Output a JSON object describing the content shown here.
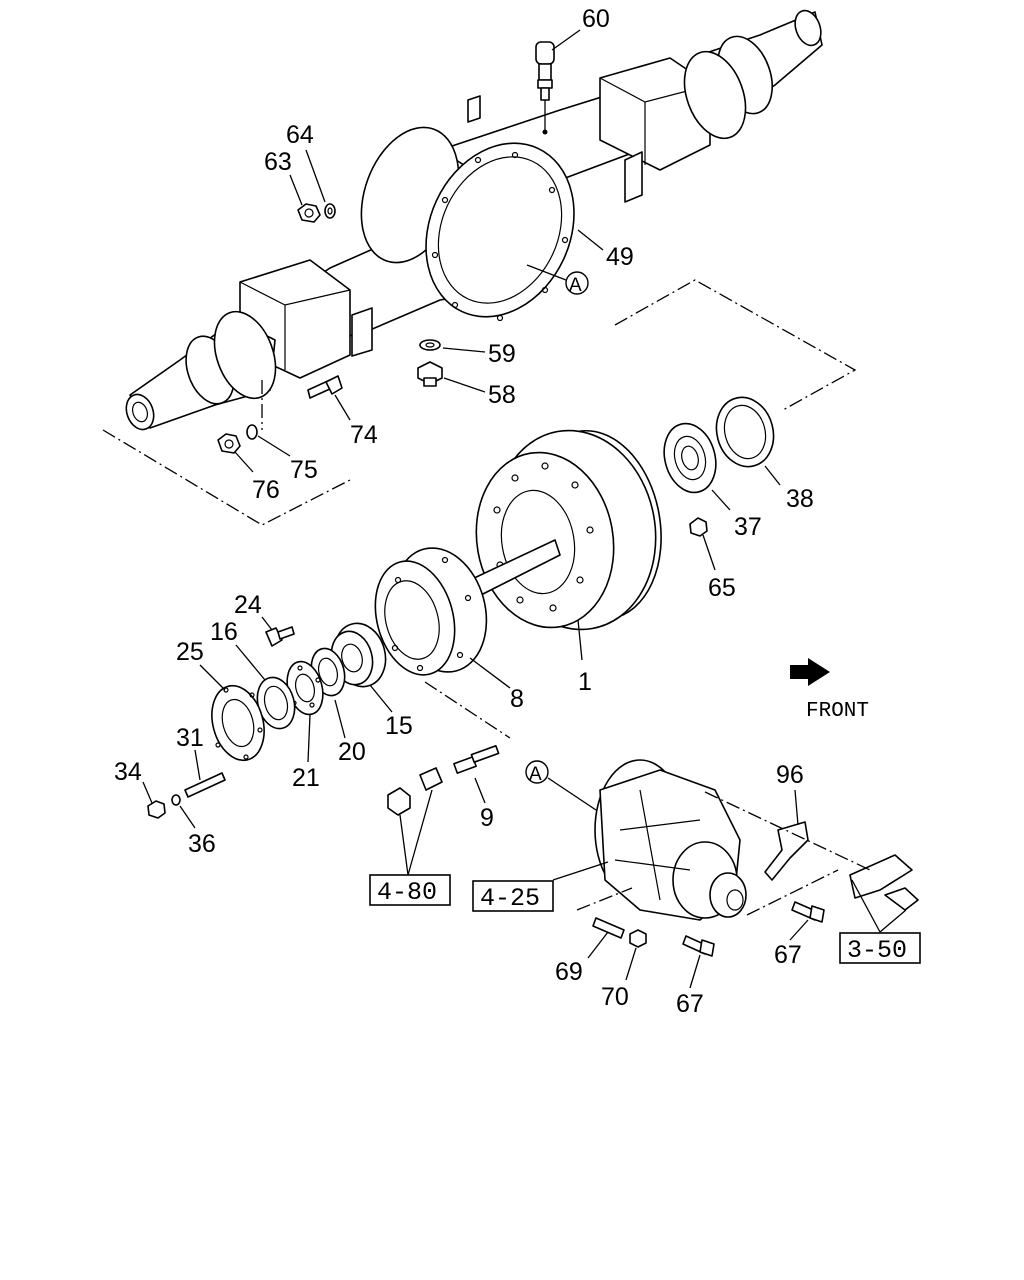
{
  "diagram": {
    "callouts": [
      {
        "id": "c60",
        "label": "60"
      },
      {
        "id": "c64",
        "label": "64"
      },
      {
        "id": "c63",
        "label": "63"
      },
      {
        "id": "c49",
        "label": "49"
      },
      {
        "id": "c59",
        "label": "59"
      },
      {
        "id": "c58",
        "label": "58"
      },
      {
        "id": "c74",
        "label": "74"
      },
      {
        "id": "c75",
        "label": "75"
      },
      {
        "id": "c76",
        "label": "76"
      },
      {
        "id": "c38",
        "label": "38"
      },
      {
        "id": "c37",
        "label": "37"
      },
      {
        "id": "c65",
        "label": "65"
      },
      {
        "id": "c1",
        "label": "1"
      },
      {
        "id": "c8",
        "label": "8"
      },
      {
        "id": "c24",
        "label": "24"
      },
      {
        "id": "c16",
        "label": "16"
      },
      {
        "id": "c25",
        "label": "25"
      },
      {
        "id": "c15",
        "label": "15"
      },
      {
        "id": "c20",
        "label": "20"
      },
      {
        "id": "c21",
        "label": "21"
      },
      {
        "id": "c31",
        "label": "31"
      },
      {
        "id": "c34",
        "label": "34"
      },
      {
        "id": "c36",
        "label": "36"
      },
      {
        "id": "c9",
        "label": "9"
      },
      {
        "id": "c96",
        "label": "96"
      },
      {
        "id": "c69",
        "label": "69"
      },
      {
        "id": "c70",
        "label": "70"
      },
      {
        "id": "c67a",
        "label": "67"
      },
      {
        "id": "c67b",
        "label": "67"
      }
    ],
    "section_refs": [
      {
        "id": "r480",
        "label": "4-80"
      },
      {
        "id": "r425",
        "label": "4-25"
      },
      {
        "id": "r350",
        "label": "3-50"
      }
    ],
    "circle_markers": [
      {
        "id": "ma1",
        "label": "A"
      },
      {
        "id": "ma2",
        "label": "A"
      }
    ],
    "direction": {
      "label": "FRONT"
    }
  }
}
